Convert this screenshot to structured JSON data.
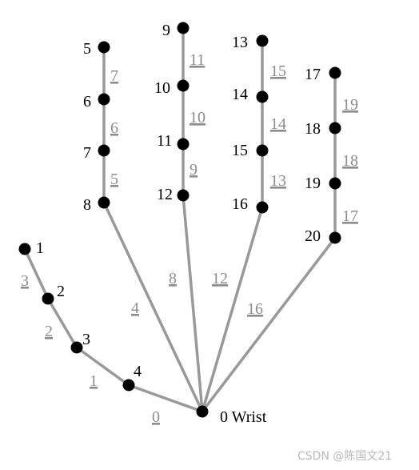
{
  "diagram": {
    "bone_color": "#999999",
    "joint_color": "#000000",
    "bone_label_color": "#8c8c8c",
    "joints": [
      {
        "id": 0,
        "label": "0 Wrist"
      },
      {
        "id": 1,
        "label": "1"
      },
      {
        "id": 2,
        "label": "2"
      },
      {
        "id": 3,
        "label": "3"
      },
      {
        "id": 4,
        "label": "4"
      },
      {
        "id": 5,
        "label": "5"
      },
      {
        "id": 6,
        "label": "6"
      },
      {
        "id": 7,
        "label": "7"
      },
      {
        "id": 8,
        "label": "8"
      },
      {
        "id": 9,
        "label": "9"
      },
      {
        "id": 10,
        "label": "10"
      },
      {
        "id": 11,
        "label": "11"
      },
      {
        "id": 12,
        "label": "12"
      },
      {
        "id": 13,
        "label": "13"
      },
      {
        "id": 14,
        "label": "14"
      },
      {
        "id": 15,
        "label": "15"
      },
      {
        "id": 16,
        "label": "16"
      },
      {
        "id": 17,
        "label": "17"
      },
      {
        "id": 18,
        "label": "18"
      },
      {
        "id": 19,
        "label": "19"
      },
      {
        "id": 20,
        "label": "20"
      }
    ],
    "bones": [
      {
        "from": 0,
        "to": 4,
        "label": "0"
      },
      {
        "from": 4,
        "to": 3,
        "label": "1"
      },
      {
        "from": 3,
        "to": 2,
        "label": "2"
      },
      {
        "from": 2,
        "to": 1,
        "label": "3"
      },
      {
        "from": 0,
        "to": 8,
        "label": "4"
      },
      {
        "from": 8,
        "to": 7,
        "label": "5"
      },
      {
        "from": 7,
        "to": 6,
        "label": "6"
      },
      {
        "from": 6,
        "to": 5,
        "label": "7"
      },
      {
        "from": 0,
        "to": 12,
        "label": "8"
      },
      {
        "from": 12,
        "to": 11,
        "label": "9"
      },
      {
        "from": 11,
        "to": 10,
        "label": "10"
      },
      {
        "from": 10,
        "to": 9,
        "label": "11"
      },
      {
        "from": 0,
        "to": 16,
        "label": "12"
      },
      {
        "from": 16,
        "to": 15,
        "label": "13"
      },
      {
        "from": 15,
        "to": 14,
        "label": "14"
      },
      {
        "from": 14,
        "to": 13,
        "label": "15"
      },
      {
        "from": 0,
        "to": 20,
        "label": "16"
      },
      {
        "from": 20,
        "to": 19,
        "label": "17"
      },
      {
        "from": 19,
        "to": 18,
        "label": "18"
      },
      {
        "from": 18,
        "to": 17,
        "label": "19"
      }
    ]
  },
  "watermark": "CSDN @陈国文21"
}
